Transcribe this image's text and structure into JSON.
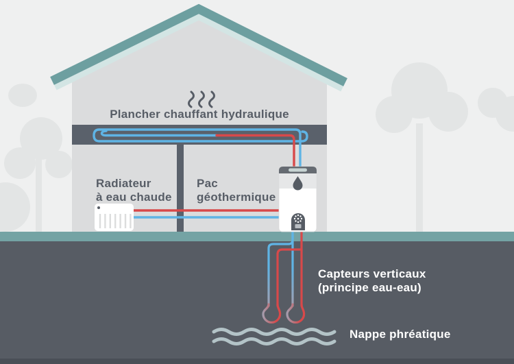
{
  "labels": {
    "floor_heating": "Plancher chauffant hydraulique",
    "radiator_line1": "Radiateur",
    "radiator_line2": "à eau chaude",
    "heat_pump_line1": "Pac",
    "heat_pump_line2": "géothermique",
    "sensors_line1": "Capteurs verticaux",
    "sensors_line2": "(principe eau-eau)",
    "water_table": "Nappe phréatique"
  },
  "icons": {
    "steam": "steam-icon",
    "droplet": "droplet-icon",
    "fan_grille": "fan-grille-icon",
    "radiator_valve": "radiator-valve-icon",
    "water_waves": "water-waves-icon"
  },
  "colors": {
    "background": "#eff0f0",
    "tree_silhouette": "#e3e5e5",
    "wall": "#dbdcdd",
    "roof_teal": "#6d9fa0",
    "roof_underside": "#d3e5e4",
    "slab": "#5a616b",
    "pipe_hot": "#d8494a",
    "pipe_cold": "#5fb4e5",
    "pipe_fade": "#a39fb0",
    "ground_surface": "#74a3a4",
    "ground": "#575c64",
    "ground_bottom": "#4a4f57",
    "water_table_lines": "#b3c3c7",
    "text_dark": "#575d66",
    "text_light": "#ffffff"
  }
}
